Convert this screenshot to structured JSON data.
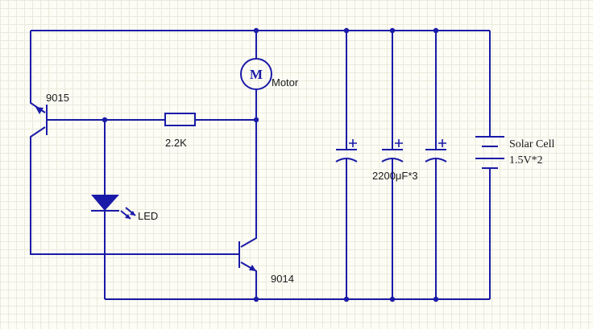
{
  "colors": {
    "wire": "#1a1aa8",
    "text": "#1a1a1a",
    "grid": "#e9e9dc"
  },
  "labels": {
    "q_pnp": "9015",
    "q_npn": "9014",
    "resistor": "2.2K",
    "motor_symbol": "M",
    "motor": "Motor",
    "led": "LED",
    "capacitors": "2200μF*3",
    "solar_line1": "Solar Cell",
    "solar_line2": "1.5V*2",
    "plus": "+"
  }
}
